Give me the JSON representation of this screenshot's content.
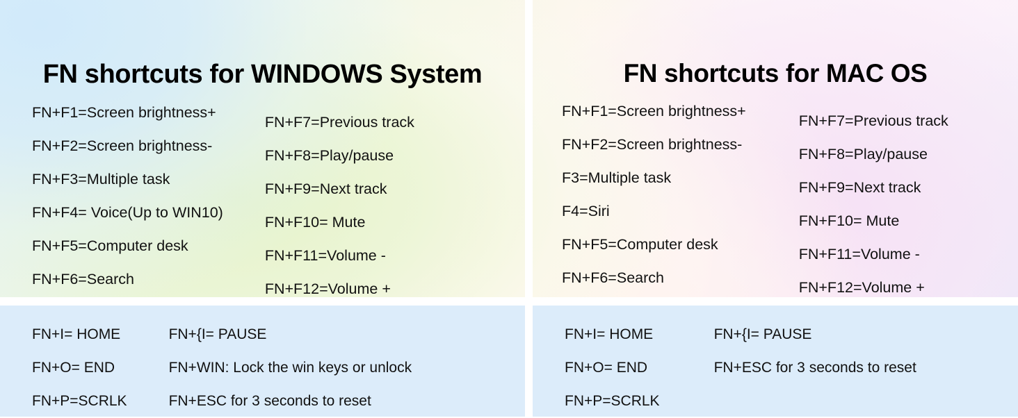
{
  "poster": {
    "background_colors": {
      "blue": "#d1eafa",
      "green": "#e5f3c9",
      "cream": "#fff8e9",
      "pink": "#ffe8ee",
      "lilac": "#f6e0f5",
      "periwinkle": "#dde2f8",
      "panel_blue": "#dcecfa",
      "gutter": "#ffffff",
      "text": "#111111",
      "heading_text": "#000000"
    }
  },
  "windows": {
    "heading": "FN shortcuts for WINDOWS System",
    "column_left": [
      "FN+F1=Screen brightness+",
      "FN+F2=Screen brightness-",
      "FN+F3=Multiple task",
      "FN+F4= Voice(Up to WIN10)",
      "FN+F5=Computer desk",
      "FN+F6=Search"
    ],
    "column_right": [
      "FN+F7=Previous track",
      "FN+F8=Play/pause",
      "FN+F9=Next track",
      "FN+F10= Mute",
      "FN+F11=Volume -",
      "FN+F12=Volume +"
    ],
    "extras_left": [
      "FN+I= HOME",
      "FN+O= END",
      "FN+P=SCRLK"
    ],
    "extras_right": [
      "FN+{I= PAUSE",
      "FN+WIN: Lock the win keys or unlock",
      "FN+ESC for 3 seconds to reset"
    ]
  },
  "mac": {
    "heading": "FN shortcuts for MAC OS",
    "column_left": [
      "FN+F1=Screen brightness+",
      "FN+F2=Screen brightness-",
      "F3=Multiple task",
      "F4=Siri",
      "FN+F5=Computer desk",
      "FN+F6=Search"
    ],
    "column_right": [
      "FN+F7=Previous track",
      "FN+F8=Play/pause",
      "FN+F9=Next track",
      "FN+F10= Mute",
      "FN+F11=Volume -",
      "FN+F12=Volume +"
    ],
    "extras_left": [
      "FN+I= HOME",
      "FN+O= END",
      "FN+P=SCRLK"
    ],
    "extras_right": [
      "FN+{I= PAUSE",
      "FN+ESC for 3 seconds to reset",
      ""
    ]
  }
}
